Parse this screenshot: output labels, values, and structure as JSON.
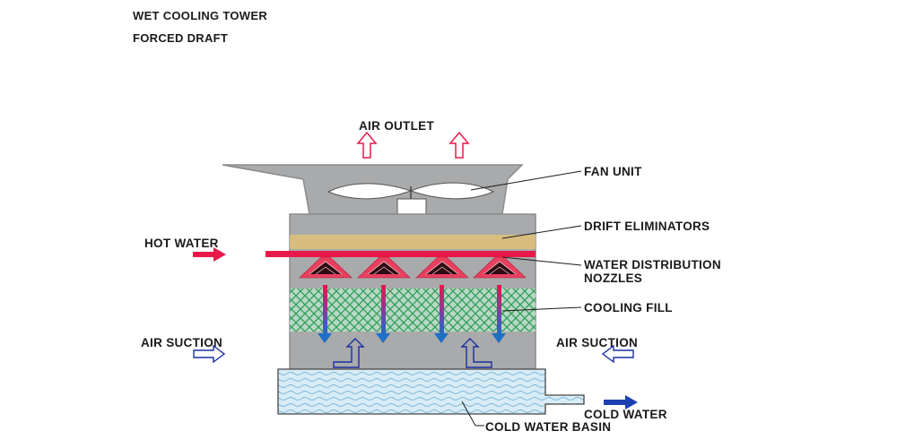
{
  "title": {
    "line1": "WET COOLING TOWER",
    "line2": "FORCED DRAFT"
  },
  "labels": {
    "air_outlet": "AIR OUTLET",
    "fan_unit": "FAN UNIT",
    "drift_eliminators": "DRIFT ELIMINATORS",
    "hot_water": "HOT WATER",
    "water_distribution_nozzles_line1": "WATER DISTRIBUTION",
    "water_distribution_nozzles_line2": "NOZZLES",
    "cooling_fill": "COOLING FILL",
    "air_suction_left": "AIR SUCTION",
    "air_suction_right": "AIR SUCTION",
    "cold_water": "COLD WATER",
    "cold_water_basin": "COLD WATER BASIN"
  },
  "colors": {
    "tower_body": "#a9aaab",
    "tower_outline": "#8a8b8c",
    "drift_eliminator": "#d9bd7f",
    "hot_water_red": "#e8184a",
    "nozzle_red": "#e8405f",
    "fill_green": "#2f9e5a",
    "fill_background": "#b9d8c4",
    "water_down_blue": "#1e6fc7",
    "air_blue": "#1a2fa0",
    "basin_water": "#d8ecf6",
    "basin_wave": "#7ab6d8",
    "cold_water_blue": "#1a3fb0"
  }
}
